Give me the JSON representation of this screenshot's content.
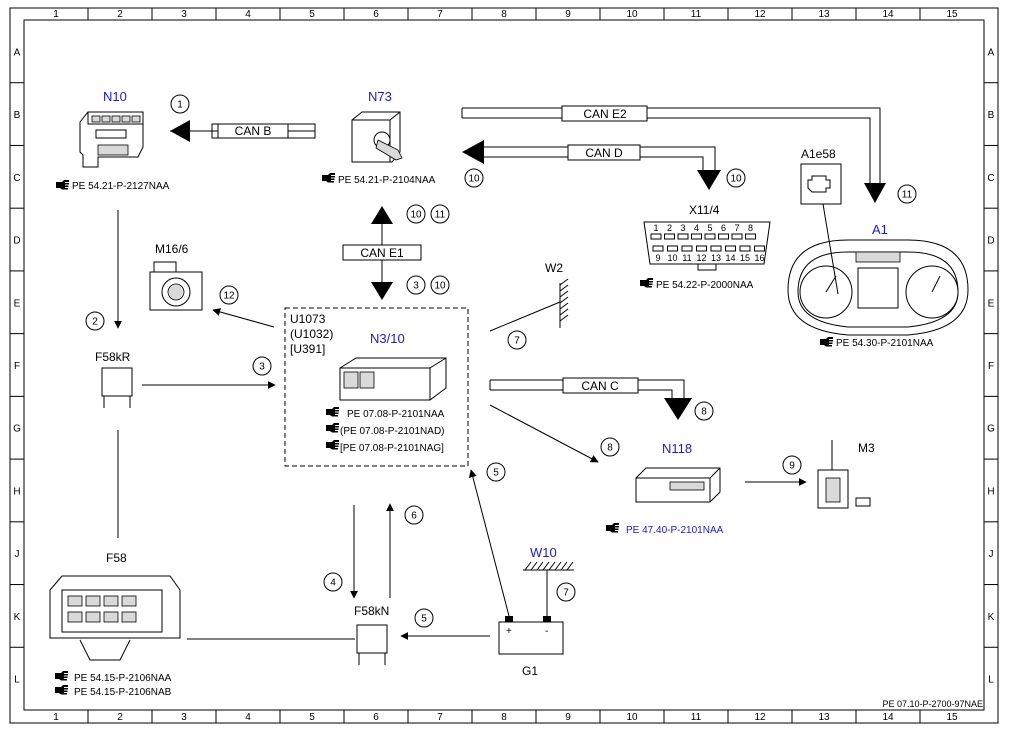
{
  "grid": {
    "columns": [
      "1",
      "2",
      "3",
      "4",
      "5",
      "6",
      "7",
      "8",
      "9",
      "10",
      "11",
      "12",
      "13",
      "14",
      "15"
    ],
    "rows": [
      "A",
      "B",
      "C",
      "D",
      "E",
      "F",
      "G",
      "H",
      "J",
      "K",
      "L"
    ]
  },
  "components": {
    "n10": {
      "label": "N10",
      "ref": "PE 54.21-P-2127NAA"
    },
    "n73": {
      "label": "N73",
      "ref": "PE 54.21-P-2104NAA"
    },
    "a1e58": {
      "label": "A1e58"
    },
    "a1": {
      "label": "A1",
      "ref": "PE 54.30-P-2101NAA"
    },
    "x114": {
      "label": "X11/4",
      "ref": "PE 54.22-P-2000NAA",
      "pins_top": [
        "1",
        "2",
        "3",
        "4",
        "5",
        "6",
        "7",
        "8"
      ],
      "pins_bottom": [
        "9",
        "10",
        "11",
        "12",
        "13",
        "14",
        "15",
        "16"
      ]
    },
    "m166": {
      "label": "M16/6"
    },
    "f58kr": {
      "label": "F58kR"
    },
    "n310": {
      "label": "N3/10",
      "codes": [
        "U1073",
        "(U1032)",
        "[U391]"
      ],
      "refs": [
        "PE 07.08-P-2101NAA",
        "(PE 07.08-P-2101NAD)",
        "[PE 07.08-P-2101NAG]"
      ]
    },
    "w2": {
      "label": "W2"
    },
    "n118": {
      "label": "N118",
      "ref": "PE 47.40-P-2101NAA"
    },
    "m3": {
      "label": "M3"
    },
    "f58": {
      "label": "F58",
      "refs": [
        "PE 54.15-P-2106NAA",
        "PE 54.15-P-2106NAB"
      ]
    },
    "f58kn": {
      "label": "F58kN"
    },
    "w10": {
      "label": "W10"
    },
    "g1": {
      "label": "G1",
      "plus": "+",
      "minus": "-"
    }
  },
  "buses": {
    "can_b": "CAN B",
    "can_e2": "CAN E2",
    "can_d": "CAN D",
    "can_e1": "CAN E1",
    "can_c": "CAN C"
  },
  "step_markers": {
    "s1": "1",
    "s2": "2",
    "s3a": "3",
    "s3b": "3",
    "s4": "4",
    "s5a": "5",
    "s5b": "5",
    "s6": "6",
    "s7a": "7",
    "s7b": "7",
    "s8a": "8",
    "s8b": "8",
    "s9": "9",
    "s10a": "10",
    "s10b": "10",
    "s10c": "10",
    "s10d": "10",
    "s11a": "11",
    "s11b": "11",
    "s12": "12"
  },
  "document_code": "PE 07.10-P-2700-97NAE",
  "icons": {
    "reference": "pointing-hand-icon"
  },
  "colors": {
    "component_label": "#1a1ad8",
    "line": "#000000",
    "background": "#ffffff"
  }
}
